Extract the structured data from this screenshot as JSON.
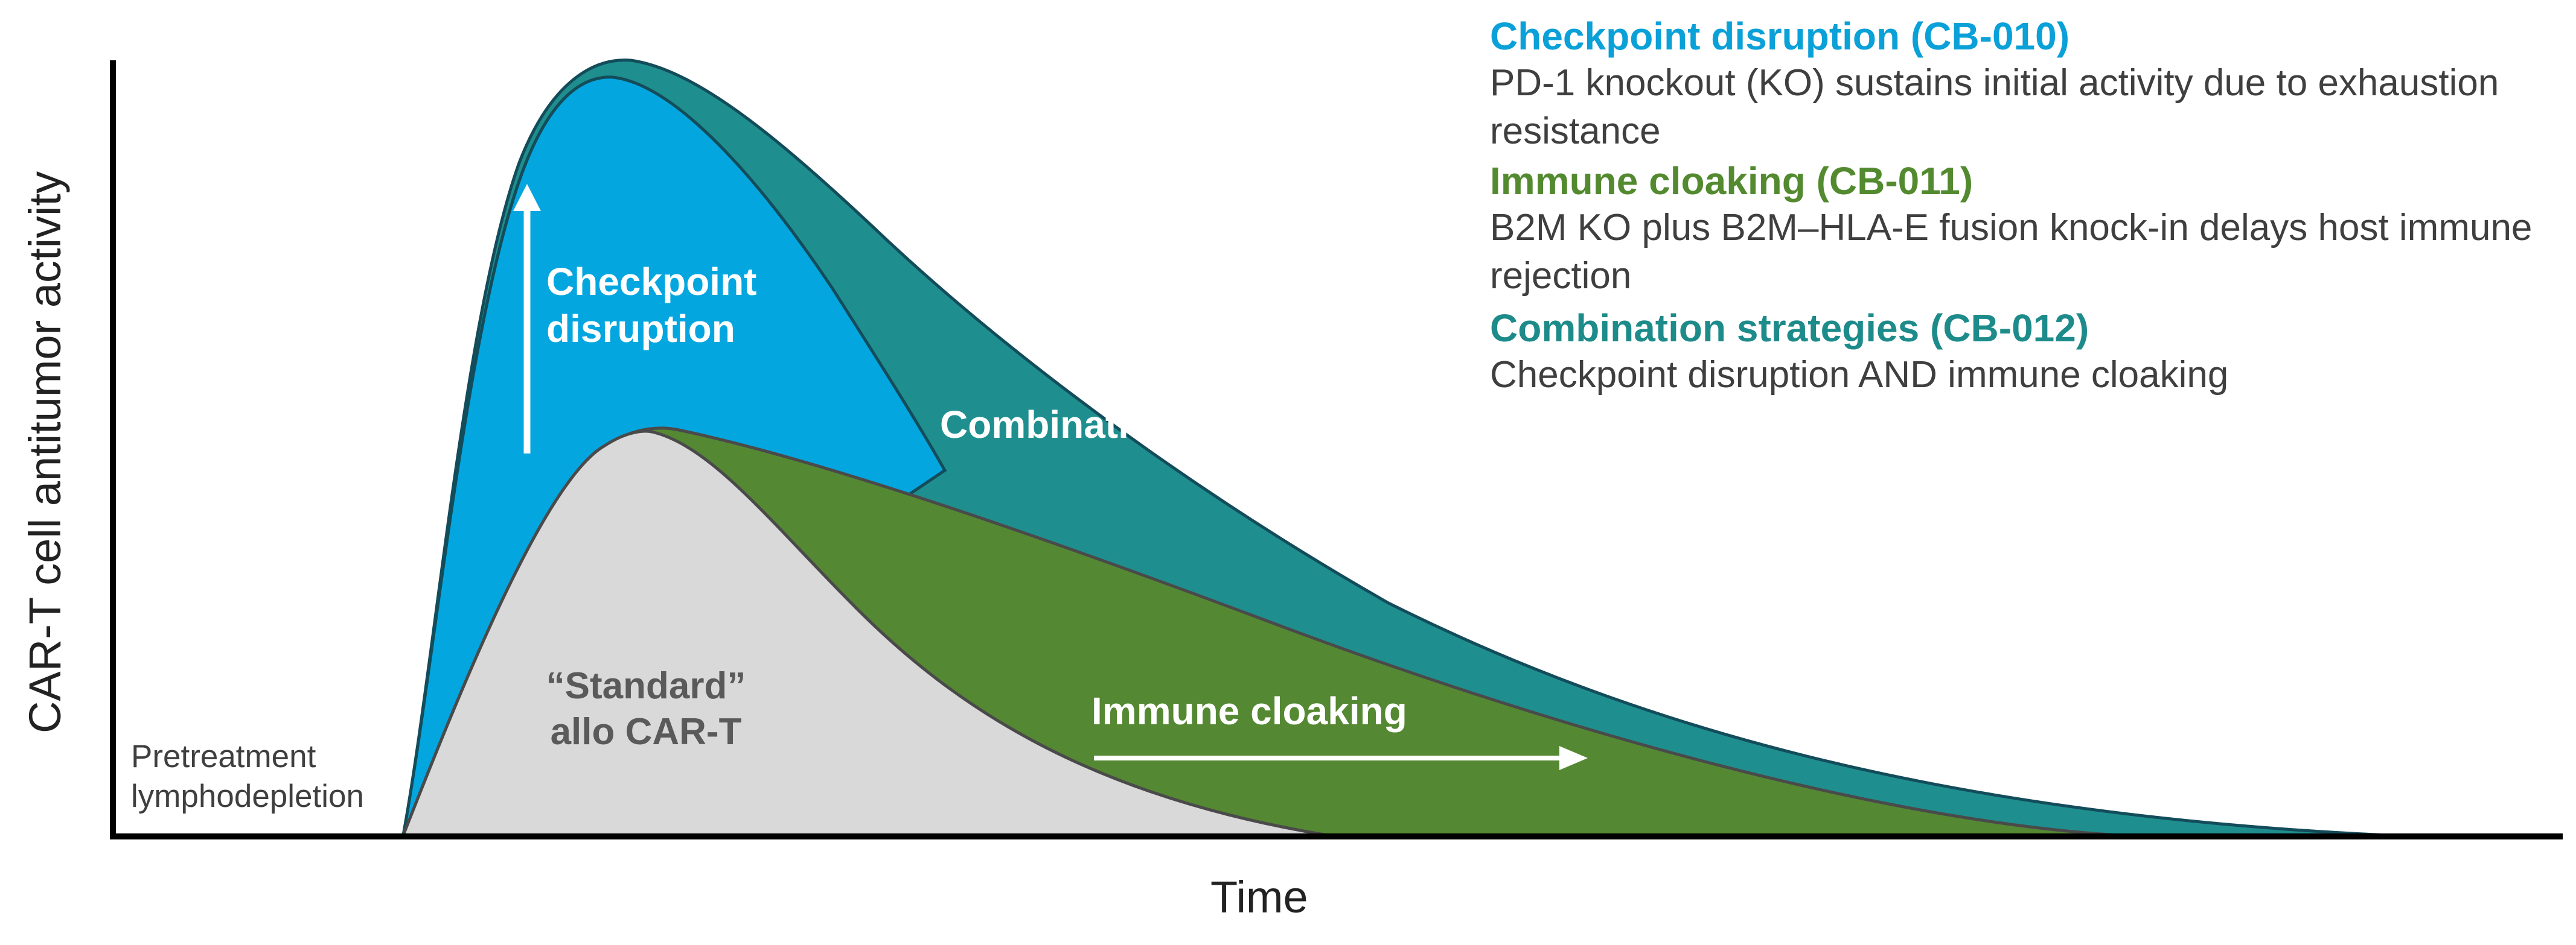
{
  "diagram": {
    "y_axis_label": "CAR-T cell antitumor activity",
    "x_axis_label": "Time",
    "pretreatment_label": [
      "Pretreatment",
      "lymphodepletion"
    ],
    "regions": {
      "checkpoint": [
        "Checkpoint",
        "disruption"
      ],
      "combination": "Combination",
      "immune_cloaking": "Immune cloaking",
      "standard": [
        "“Standard”",
        "allo CAR-T"
      ]
    },
    "legend": [
      {
        "title": "Checkpoint disruption (CB-010)",
        "description": "PD-1 knockout (KO) sustains initial activity due to exhaustion resistance",
        "color": "#0aa0d8"
      },
      {
        "title": "Immune cloaking (CB-011)",
        "description": "B2M KO plus B2M–HLA-E fusion knock-in delays host immune rejection",
        "color": "#538a2f"
      },
      {
        "title": "Combination strategies (CB-012)",
        "description": "Checkpoint disruption AND immune cloaking",
        "color": "#1d8b8a"
      }
    ],
    "colors": {
      "checkpoint": "#04a6df",
      "combination": "#1e8f8e",
      "immune_cloaking": "#558832",
      "standard": "#d9d9d9",
      "axis": "#000000"
    },
    "icons": [
      "up-arrow-icon",
      "right-arrow-icon"
    ]
  }
}
